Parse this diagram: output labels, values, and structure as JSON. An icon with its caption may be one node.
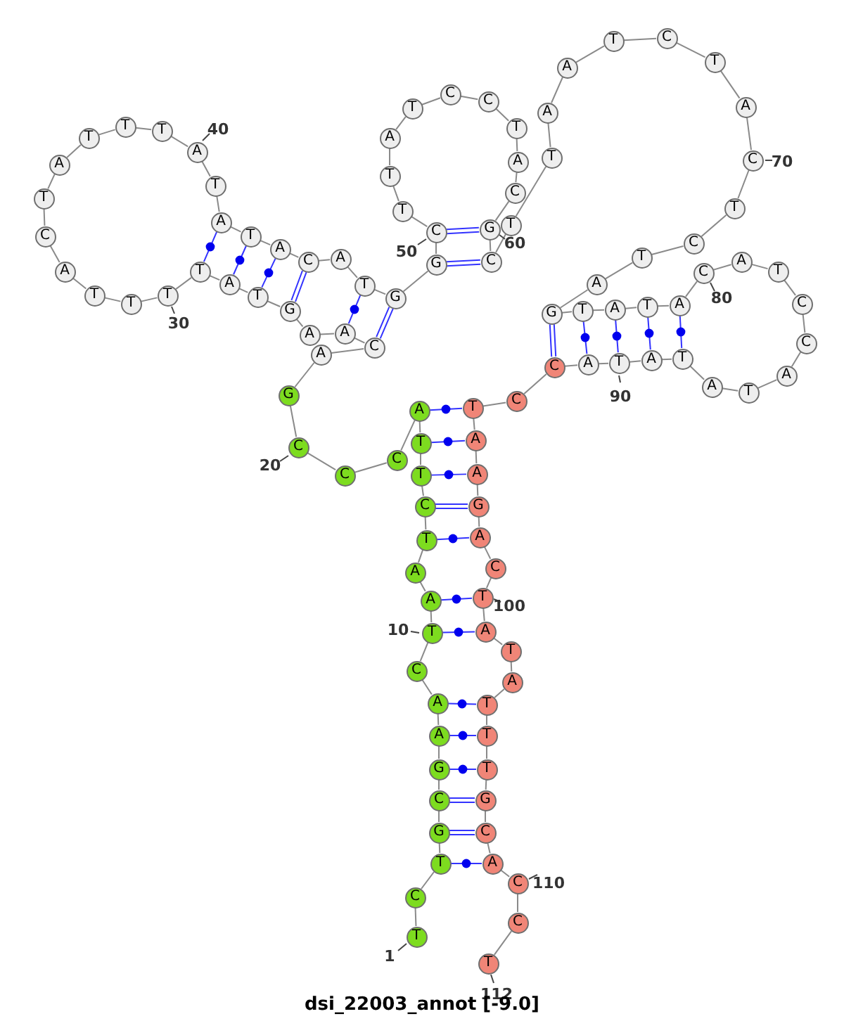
{
  "diagram": {
    "title": "dsi_22003_annot [-9.0]",
    "nodes": [
      {
        "text": [
          "T"
        ],
        "beside": [
          "1"
        ]
      },
      {
        "text": [
          "C"
        ]
      },
      {
        "text": [
          "T"
        ]
      },
      {
        "text": [
          "G"
        ]
      },
      {
        "text": [
          "C"
        ]
      },
      {
        "text": [
          "G"
        ]
      },
      {
        "text": [
          "A"
        ]
      },
      {
        "text": [
          "A"
        ]
      },
      {
        "text": [
          "C"
        ]
      },
      {
        "text": [
          "T"
        ],
        "beside": [
          "10"
        ]
      },
      {
        "text": [
          "A"
        ]
      },
      {
        "text": [
          "A"
        ]
      },
      {
        "text": [
          "T"
        ]
      },
      {
        "text": [
          "C"
        ]
      },
      {
        "text": [
          "T"
        ]
      },
      {
        "text": [
          "T"
        ]
      },
      {
        "text": [
          "A"
        ]
      },
      {
        "text": [
          "C"
        ]
      },
      {
        "text": [
          "C"
        ]
      },
      {
        "text": [
          "C"
        ],
        "beside": [
          "20"
        ]
      },
      {
        "text": [
          "G"
        ]
      },
      {
        "text": [
          "A"
        ]
      },
      {
        "text": [
          "C"
        ]
      },
      {
        "text": [
          "A"
        ]
      },
      {
        "text": [
          "A"
        ]
      },
      {
        "text": [
          "G"
        ]
      },
      {
        "text": [
          "T"
        ]
      },
      {
        "text": [
          "A"
        ]
      },
      {
        "text": [
          "T"
        ]
      },
      {
        "text": [
          "T"
        ],
        "beside": [
          "30"
        ]
      },
      {
        "text": [
          "T"
        ]
      },
      {
        "text": [
          "T"
        ]
      },
      {
        "text": [
          "A"
        ]
      },
      {
        "text": [
          "C"
        ]
      },
      {
        "text": [
          "T"
        ]
      },
      {
        "text": [
          "A"
        ]
      },
      {
        "text": [
          "T"
        ]
      },
      {
        "text": [
          "T"
        ]
      },
      {
        "text": [
          "T"
        ]
      },
      {
        "text": [
          "A"
        ],
        "beside": [
          "40"
        ]
      },
      {
        "text": [
          "T"
        ]
      },
      {
        "text": [
          "A"
        ]
      },
      {
        "text": [
          "T"
        ]
      },
      {
        "text": [
          "A"
        ]
      },
      {
        "text": [
          "C"
        ]
      },
      {
        "text": [
          "A"
        ]
      },
      {
        "text": [
          "T"
        ]
      },
      {
        "text": [
          "G"
        ]
      },
      {
        "text": [
          "G"
        ]
      },
      {
        "text": [
          "C"
        ],
        "beside": [
          "50"
        ]
      },
      {
        "text": [
          "T"
        ]
      },
      {
        "text": [
          "T"
        ]
      },
      {
        "text": [
          "A"
        ]
      },
      {
        "text": [
          "T"
        ]
      },
      {
        "text": [
          "C"
        ]
      },
      {
        "text": [
          "C"
        ]
      },
      {
        "text": [
          "T"
        ]
      },
      {
        "text": [
          "A"
        ]
      },
      {
        "text": [
          "C"
        ]
      },
      {
        "text": [
          "G"
        ],
        "beside": [
          "60"
        ]
      },
      {
        "text": [
          "C"
        ]
      },
      {
        "text": [
          "T"
        ]
      },
      {
        "text": [
          "T"
        ]
      },
      {
        "text": [
          "A"
        ]
      },
      {
        "text": [
          "A"
        ]
      },
      {
        "text": [
          "T"
        ]
      },
      {
        "text": [
          "C"
        ]
      },
      {
        "text": [
          "T"
        ]
      },
      {
        "text": [
          "A"
        ]
      },
      {
        "text": [
          "C"
        ],
        "beside": [
          "70"
        ]
      },
      {
        "text": [
          "T"
        ]
      },
      {
        "text": [
          "C"
        ]
      },
      {
        "text": [
          "T"
        ]
      },
      {
        "text": [
          "A"
        ]
      },
      {
        "text": [
          "G"
        ]
      },
      {
        "text": [
          "T"
        ]
      },
      {
        "text": [
          "A"
        ]
      },
      {
        "text": [
          "T"
        ]
      },
      {
        "text": [
          "A"
        ]
      },
      {
        "text": [
          "C"
        ],
        "beside": [
          "80"
        ]
      },
      {
        "text": [
          "A"
        ]
      },
      {
        "text": [
          "T"
        ]
      },
      {
        "text": [
          "C"
        ]
      },
      {
        "text": [
          "C"
        ]
      },
      {
        "text": [
          "A"
        ]
      },
      {
        "text": [
          "T"
        ]
      },
      {
        "text": [
          "A"
        ]
      },
      {
        "text": [
          "T"
        ]
      },
      {
        "text": [
          "A"
        ]
      },
      {
        "text": [
          "T"
        ],
        "beside": [
          "90"
        ]
      },
      {
        "text": [
          "A"
        ]
      },
      {
        "text": [
          "C"
        ]
      },
      {
        "text": [
          "C"
        ]
      },
      {
        "text": [
          "T"
        ]
      },
      {
        "text": [
          "A"
        ]
      },
      {
        "text": [
          "A"
        ]
      },
      {
        "text": [
          "G"
        ]
      },
      {
        "text": [
          "A"
        ]
      },
      {
        "text": [
          "C"
        ]
      },
      {
        "text": [
          "T"
        ],
        "beside": [
          "100"
        ]
      },
      {
        "text": [
          "A"
        ]
      },
      {
        "text": [
          "T"
        ]
      },
      {
        "text": [
          "A"
        ]
      },
      {
        "text": [
          "T"
        ]
      },
      {
        "text": [
          "T"
        ]
      },
      {
        "text": [
          "T"
        ]
      },
      {
        "text": [
          "G"
        ]
      },
      {
        "text": [
          "C"
        ]
      },
      {
        "text": [
          "A"
        ]
      },
      {
        "text": [
          "C"
        ],
        "beside": [
          "110"
        ]
      },
      {
        "text": [
          "C"
        ]
      },
      {
        "text": [
          "T"
        ],
        "beside": [
          "112"
        ]
      }
    ],
    "edges": [
      {
        "from": 0,
        "to": 1,
        "arrow": "none"
      },
      {
        "from": 1,
        "to": 2,
        "arrow": "none"
      },
      {
        "from": 2,
        "to": 3,
        "arrow": "none"
      },
      {
        "from": 3,
        "to": 4,
        "arrow": "none"
      },
      {
        "from": 4,
        "to": 5,
        "arrow": "none"
      },
      {
        "from": 5,
        "to": 6,
        "arrow": "none"
      },
      {
        "from": 6,
        "to": 7,
        "arrow": "none"
      },
      {
        "from": 7,
        "to": 8,
        "arrow": "none"
      },
      {
        "from": 8,
        "to": 9,
        "arrow": "none"
      },
      {
        "from": 9,
        "to": 10,
        "arrow": "none"
      },
      {
        "from": 10,
        "to": 11,
        "arrow": "none"
      },
      {
        "from": 11,
        "to": 12,
        "arrow": "none"
      },
      {
        "from": 12,
        "to": 13,
        "arrow": "none"
      },
      {
        "from": 13,
        "to": 14,
        "arrow": "none"
      },
      {
        "from": 14,
        "to": 15,
        "arrow": "none"
      },
      {
        "from": 15,
        "to": 16,
        "arrow": "none"
      },
      {
        "from": 16,
        "to": 17,
        "arrow": "none"
      },
      {
        "from": 17,
        "to": 18,
        "arrow": "none"
      },
      {
        "from": 18,
        "to": 19,
        "arrow": "none"
      },
      {
        "from": 19,
        "to": 20,
        "arrow": "none"
      },
      {
        "from": 20,
        "to": 21,
        "arrow": "none"
      },
      {
        "from": 21,
        "to": 22,
        "arrow": "none"
      },
      {
        "from": 22,
        "to": 23,
        "arrow": "none"
      },
      {
        "from": 23,
        "to": 24,
        "arrow": "none"
      },
      {
        "from": 24,
        "to": 25,
        "arrow": "none"
      },
      {
        "from": 25,
        "to": 26,
        "arrow": "none"
      },
      {
        "from": 26,
        "to": 27,
        "arrow": "none"
      },
      {
        "from": 27,
        "to": 28,
        "arrow": "none"
      },
      {
        "from": 28,
        "to": 29,
        "arrow": "none"
      },
      {
        "from": 29,
        "to": 30,
        "arrow": "none"
      },
      {
        "from": 30,
        "to": 31,
        "arrow": "none"
      },
      {
        "from": 31,
        "to": 32,
        "arrow": "none"
      },
      {
        "from": 32,
        "to": 33,
        "arrow": "none"
      },
      {
        "from": 33,
        "to": 34,
        "arrow": "none"
      },
      {
        "from": 34,
        "to": 35,
        "arrow": "none"
      },
      {
        "from": 35,
        "to": 36,
        "arrow": "none"
      },
      {
        "from": 36,
        "to": 37,
        "arrow": "none"
      },
      {
        "from": 37,
        "to": 38,
        "arrow": "none"
      },
      {
        "from": 38,
        "to": 39,
        "arrow": "none"
      },
      {
        "from": 39,
        "to": 40,
        "arrow": "none"
      },
      {
        "from": 40,
        "to": 41,
        "arrow": "none"
      },
      {
        "from": 41,
        "to": 42,
        "arrow": "none"
      },
      {
        "from": 42,
        "to": 43,
        "arrow": "none"
      },
      {
        "from": 43,
        "to": 44,
        "arrow": "none"
      },
      {
        "from": 44,
        "to": 45,
        "arrow": "none"
      },
      {
        "from": 45,
        "to": 46,
        "arrow": "none"
      },
      {
        "from": 46,
        "to": 47,
        "arrow": "none"
      },
      {
        "from": 47,
        "to": 48,
        "arrow": "none"
      },
      {
        "from": 48,
        "to": 49,
        "arrow": "none"
      },
      {
        "from": 49,
        "to": 50,
        "arrow": "none"
      },
      {
        "from": 50,
        "to": 51,
        "arrow": "none"
      },
      {
        "from": 51,
        "to": 52,
        "arrow": "none"
      },
      {
        "from": 52,
        "to": 53,
        "arrow": "none"
      },
      {
        "from": 53,
        "to": 54,
        "arrow": "none"
      },
      {
        "from": 54,
        "to": 55,
        "arrow": "none"
      },
      {
        "from": 55,
        "to": 56,
        "arrow": "none"
      },
      {
        "from": 56,
        "to": 57,
        "arrow": "none"
      },
      {
        "from": 57,
        "to": 58,
        "arrow": "none"
      },
      {
        "from": 58,
        "to": 59,
        "arrow": "none"
      },
      {
        "from": 59,
        "to": 60,
        "arrow": "none"
      },
      {
        "from": 60,
        "to": 61,
        "arrow": "none"
      },
      {
        "from": 61,
        "to": 62,
        "arrow": "none"
      },
      {
        "from": 62,
        "to": 63,
        "arrow": "none"
      },
      {
        "from": 63,
        "to": 64,
        "arrow": "none"
      },
      {
        "from": 64,
        "to": 65,
        "arrow": "none"
      },
      {
        "from": 65,
        "to": 66,
        "arrow": "none"
      },
      {
        "from": 66,
        "to": 67,
        "arrow": "none"
      },
      {
        "from": 67,
        "to": 68,
        "arrow": "none"
      },
      {
        "from": 68,
        "to": 69,
        "arrow": "none"
      },
      {
        "from": 69,
        "to": 70,
        "arrow": "none"
      },
      {
        "from": 70,
        "to": 71,
        "arrow": "none"
      },
      {
        "from": 71,
        "to": 72,
        "arrow": "none"
      },
      {
        "from": 72,
        "to": 73,
        "arrow": "none"
      },
      {
        "from": 73,
        "to": 74,
        "arrow": "none"
      },
      {
        "from": 74,
        "to": 75,
        "arrow": "none"
      },
      {
        "from": 75,
        "to": 76,
        "arrow": "none"
      },
      {
        "from": 76,
        "to": 77,
        "arrow": "none"
      },
      {
        "from": 77,
        "to": 78,
        "arrow": "none"
      },
      {
        "from": 78,
        "to": 79,
        "arrow": "none"
      },
      {
        "from": 79,
        "to": 80,
        "arrow": "none"
      },
      {
        "from": 80,
        "to": 81,
        "arrow": "none"
      },
      {
        "from": 81,
        "to": 82,
        "arrow": "none"
      },
      {
        "from": 82,
        "to": 83,
        "arrow": "none"
      },
      {
        "from": 83,
        "to": 84,
        "arrow": "none"
      },
      {
        "from": 84,
        "to": 85,
        "arrow": "none"
      },
      {
        "from": 85,
        "to": 86,
        "arrow": "none"
      },
      {
        "from": 86,
        "to": 87,
        "arrow": "none"
      },
      {
        "from": 87,
        "to": 88,
        "arrow": "none"
      },
      {
        "from": 88,
        "to": 89,
        "arrow": "none"
      },
      {
        "from": 89,
        "to": 90,
        "arrow": "none"
      },
      {
        "from": 90,
        "to": 91,
        "arrow": "none"
      },
      {
        "from": 91,
        "to": 92,
        "arrow": "none"
      },
      {
        "from": 92,
        "to": 93,
        "arrow": "none"
      },
      {
        "from": 93,
        "to": 94,
        "arrow": "none"
      },
      {
        "from": 94,
        "to": 95,
        "arrow": "none"
      },
      {
        "from": 95,
        "to": 96,
        "arrow": "none"
      },
      {
        "from": 96,
        "to": 97,
        "arrow": "none"
      },
      {
        "from": 97,
        "to": 98,
        "arrow": "none"
      },
      {
        "from": 98,
        "to": 99,
        "arrow": "none"
      },
      {
        "from": 99,
        "to": 100,
        "arrow": "none"
      },
      {
        "from": 100,
        "to": 101,
        "arrow": "none"
      },
      {
        "from": 101,
        "to": 102,
        "arrow": "none"
      },
      {
        "from": 102,
        "to": 103,
        "arrow": "none"
      },
      {
        "from": 103,
        "to": 104,
        "arrow": "none"
      },
      {
        "from": 104,
        "to": 105,
        "arrow": "none"
      },
      {
        "from": 105,
        "to": 106,
        "arrow": "none"
      },
      {
        "from": 106,
        "to": 107,
        "arrow": "none"
      },
      {
        "from": 107,
        "to": 108,
        "arrow": "none"
      },
      {
        "from": 108,
        "to": 109,
        "arrow": "none"
      },
      {
        "from": 109,
        "to": 110,
        "arrow": "none"
      },
      {
        "from": 110,
        "to": 111,
        "arrow": "none"
      },
      {
        "from": 2,
        "to": 108,
        "arrow": "none",
        "color": "#3333ff"
      },
      {
        "from": 3,
        "to": 107,
        "arrow": "none",
        "color": "#3333ff"
      },
      {
        "from": 4,
        "to": 106,
        "arrow": "none",
        "color": "#3333ff"
      },
      {
        "from": 5,
        "to": 105,
        "arrow": "none",
        "color": "#3333ff"
      },
      {
        "from": 6,
        "to": 104,
        "arrow": "none",
        "color": "#3333ff"
      },
      {
        "from": 7,
        "to": 103,
        "arrow": "none",
        "color": "#3333ff"
      },
      {
        "from": 9,
        "to": 100,
        "arrow": "none",
        "color": "#3333ff"
      },
      {
        "from": 10,
        "to": 99,
        "arrow": "none",
        "color": "#3333ff"
      },
      {
        "from": 12,
        "to": 97,
        "arrow": "none",
        "color": "#3333ff"
      },
      {
        "from": 13,
        "to": 96,
        "arrow": "none",
        "color": "#3333ff"
      },
      {
        "from": 14,
        "to": 95,
        "arrow": "none",
        "color": "#3333ff"
      },
      {
        "from": 15,
        "to": 94,
        "arrow": "none",
        "color": "#3333ff"
      },
      {
        "from": 16,
        "to": 93,
        "arrow": "none",
        "color": "#3333ff"
      },
      {
        "from": 22,
        "to": 47,
        "arrow": "none",
        "color": "#3333ff"
      },
      {
        "from": 23,
        "to": 46,
        "arrow": "none",
        "color": "#3333ff"
      },
      {
        "from": 25,
        "to": 44,
        "arrow": "none",
        "color": "#3333ff"
      },
      {
        "from": 26,
        "to": 43,
        "arrow": "none",
        "color": "#3333ff"
      },
      {
        "from": 27,
        "to": 42,
        "arrow": "none",
        "color": "#3333ff"
      },
      {
        "from": 28,
        "to": 41,
        "arrow": "none",
        "color": "#3333ff"
      },
      {
        "from": 48,
        "to": 60,
        "arrow": "none",
        "color": "#3333ff"
      },
      {
        "from": 49,
        "to": 59,
        "arrow": "none",
        "color": "#3333ff"
      },
      {
        "from": 74,
        "to": 91,
        "arrow": "none",
        "color": "#3333ff"
      },
      {
        "from": 75,
        "to": 90,
        "arrow": "none",
        "color": "#3333ff"
      },
      {
        "from": 76,
        "to": 89,
        "arrow": "none",
        "color": "#3333ff"
      },
      {
        "from": 77,
        "to": 88,
        "arrow": "none",
        "color": "#3333ff"
      },
      {
        "from": 78,
        "to": 87,
        "arrow": "none",
        "color": "#3333ff"
      }
    ]
  }
}
